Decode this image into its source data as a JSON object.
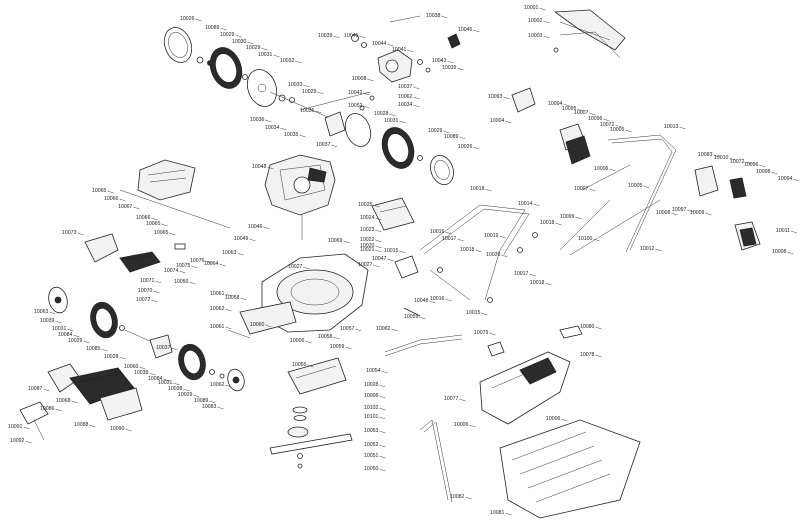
{
  "diagram": {
    "parts": [
      {
        "id": "p1",
        "label": "10026"
      },
      {
        "id": "p2",
        "label": "10089"
      },
      {
        "id": "p3",
        "label": "10029"
      },
      {
        "id": "p4",
        "label": "10030"
      },
      {
        "id": "p5",
        "label": "10029"
      },
      {
        "id": "p6",
        "label": "10031"
      },
      {
        "id": "p7",
        "label": "10032"
      },
      {
        "id": "p8",
        "label": "10033"
      },
      {
        "id": "p9",
        "label": "10029"
      },
      {
        "id": "p10",
        "label": "10036"
      },
      {
        "id": "p11",
        "label": "10034"
      },
      {
        "id": "p12",
        "label": "10035"
      },
      {
        "id": "p13",
        "label": "10036"
      },
      {
        "id": "p14",
        "label": "10037"
      },
      {
        "id": "p15",
        "label": "10038"
      },
      {
        "id": "p16",
        "label": "10039"
      },
      {
        "id": "p17",
        "label": "10040"
      },
      {
        "id": "p18",
        "label": "10044"
      },
      {
        "id": "p19",
        "label": "10041"
      },
      {
        "id": "p20",
        "label": "10045"
      },
      {
        "id": "p21",
        "label": "10043"
      },
      {
        "id": "p22",
        "label": "10039"
      },
      {
        "id": "p23",
        "label": "10008"
      },
      {
        "id": "p24",
        "label": "10037"
      },
      {
        "id": "p25",
        "label": "10042"
      },
      {
        "id": "p26",
        "label": "10052"
      },
      {
        "id": "p27",
        "label": "10062"
      },
      {
        "id": "p28",
        "label": "10034"
      },
      {
        "id": "p29",
        "label": "10001"
      },
      {
        "id": "p30",
        "label": "10002"
      },
      {
        "id": "p31",
        "label": "10003"
      },
      {
        "id": "p32",
        "label": "10093"
      },
      {
        "id": "p33",
        "label": "10094"
      },
      {
        "id": "p34",
        "label": "10095"
      },
      {
        "id": "p35",
        "label": "10007"
      },
      {
        "id": "p36",
        "label": "10004"
      },
      {
        "id": "p37",
        "label": "10096"
      },
      {
        "id": "p38",
        "label": "10072"
      },
      {
        "id": "p39",
        "label": "10005"
      },
      {
        "id": "p40",
        "label": "10013"
      },
      {
        "id": "p41",
        "label": "10006"
      },
      {
        "id": "p42",
        "label": "10007"
      },
      {
        "id": "p43",
        "label": "10005"
      },
      {
        "id": "p44",
        "label": "10083"
      },
      {
        "id": "p45",
        "label": "10010"
      },
      {
        "id": "p46",
        "label": "10072"
      },
      {
        "id": "p47",
        "label": "10096"
      },
      {
        "id": "p48",
        "label": "10098"
      },
      {
        "id": "p49",
        "label": "10094"
      },
      {
        "id": "p50",
        "label": "10008"
      },
      {
        "id": "p51",
        "label": "10097"
      },
      {
        "id": "p52",
        "label": "10009"
      },
      {
        "id": "p53",
        "label": "10099"
      },
      {
        "id": "p54",
        "label": "10100"
      },
      {
        "id": "p55",
        "label": "10012"
      },
      {
        "id": "p56",
        "label": "10011"
      },
      {
        "id": "p57",
        "label": "10008"
      },
      {
        "id": "p58",
        "label": "10028"
      },
      {
        "id": "p59",
        "label": "10031"
      },
      {
        "id": "p60",
        "label": "10029"
      },
      {
        "id": "p61",
        "label": "10089"
      },
      {
        "id": "p62",
        "label": "10026"
      },
      {
        "id": "p63",
        "label": "10048"
      },
      {
        "id": "p64",
        "label": "10065"
      },
      {
        "id": "p65",
        "label": "10066"
      },
      {
        "id": "p66",
        "label": "10067"
      },
      {
        "id": "p67",
        "label": "10066"
      },
      {
        "id": "p68",
        "label": "10065"
      },
      {
        "id": "p69",
        "label": "10065"
      },
      {
        "id": "p70",
        "label": "10073"
      },
      {
        "id": "p71",
        "label": "10076"
      },
      {
        "id": "p72",
        "label": "10075"
      },
      {
        "id": "p73",
        "label": "10074"
      },
      {
        "id": "p74",
        "label": "10064"
      },
      {
        "id": "p75",
        "label": "10063"
      },
      {
        "id": "p76",
        "label": "10049"
      },
      {
        "id": "p77",
        "label": "10027"
      },
      {
        "id": "p78",
        "label": "10046"
      },
      {
        "id": "p79",
        "label": "10069"
      },
      {
        "id": "p80",
        "label": "10025"
      },
      {
        "id": "p81",
        "label": "10024"
      },
      {
        "id": "p82",
        "label": "10023"
      },
      {
        "id": "p83",
        "label": "10022"
      },
      {
        "id": "p84",
        "label": "10020"
      },
      {
        "id": "p85",
        "label": "10021"
      },
      {
        "id": "p86",
        "label": "10015"
      },
      {
        "id": "p87",
        "label": "10047"
      },
      {
        "id": "p88",
        "label": "10027"
      },
      {
        "id": "p89",
        "label": "10018"
      },
      {
        "id": "p90",
        "label": "10014"
      },
      {
        "id": "p91",
        "label": "10016"
      },
      {
        "id": "p92",
        "label": "10017"
      },
      {
        "id": "p93",
        "label": "10019"
      },
      {
        "id": "p94",
        "label": "10018"
      },
      {
        "id": "p95",
        "label": "10020"
      },
      {
        "id": "p96",
        "label": "10018"
      },
      {
        "id": "p97",
        "label": "10017"
      },
      {
        "id": "p98",
        "label": "10018"
      },
      {
        "id": "p99",
        "label": "10048"
      },
      {
        "id": "p100",
        "label": "10016"
      },
      {
        "id": "p101",
        "label": "10015"
      },
      {
        "id": "p102",
        "label": "10071"
      },
      {
        "id": "p103",
        "label": "10070"
      },
      {
        "id": "p104",
        "label": "10072"
      },
      {
        "id": "p105",
        "label": "10050"
      },
      {
        "id": "p106",
        "label": "10061"
      },
      {
        "id": "p107",
        "label": "10058"
      },
      {
        "id": "p108",
        "label": "10062"
      },
      {
        "id": "p109",
        "label": "10063"
      },
      {
        "id": "p110",
        "label": "10039"
      },
      {
        "id": "p111",
        "label": "10031"
      },
      {
        "id": "p112",
        "label": "10084"
      },
      {
        "id": "p113",
        "label": "10029"
      },
      {
        "id": "p114",
        "label": "10085"
      },
      {
        "id": "p115",
        "label": "10028"
      },
      {
        "id": "p116",
        "label": "10037"
      },
      {
        "id": "p117",
        "label": "10060"
      },
      {
        "id": "p118",
        "label": "10038"
      },
      {
        "id": "p119",
        "label": "10084"
      },
      {
        "id": "p120",
        "label": "10031"
      },
      {
        "id": "p121",
        "label": "10038"
      },
      {
        "id": "p122",
        "label": "10029"
      },
      {
        "id": "p123",
        "label": "10089"
      },
      {
        "id": "p124",
        "label": "10083"
      },
      {
        "id": "p125",
        "label": "10062"
      },
      {
        "id": "p126",
        "label": "10061"
      },
      {
        "id": "p127",
        "label": "10087"
      },
      {
        "id": "p128",
        "label": "10068"
      },
      {
        "id": "p129",
        "label": "10086"
      },
      {
        "id": "p130",
        "label": "10088"
      },
      {
        "id": "p131",
        "label": "10090"
      },
      {
        "id": "p132",
        "label": "10091"
      },
      {
        "id": "p133",
        "label": "10092"
      },
      {
        "id": "p134",
        "label": "10059"
      },
      {
        "id": "p135",
        "label": "10060"
      },
      {
        "id": "p136",
        "label": "10057"
      },
      {
        "id": "p137",
        "label": "10058"
      },
      {
        "id": "p138",
        "label": "10006"
      },
      {
        "id": "p139",
        "label": "10062"
      },
      {
        "id": "p140",
        "label": "10059"
      },
      {
        "id": "p141",
        "label": "10055"
      },
      {
        "id": "p142",
        "label": "10054"
      },
      {
        "id": "p143",
        "label": "10028"
      },
      {
        "id": "p144",
        "label": "10006"
      },
      {
        "id": "p145",
        "label": "10102"
      },
      {
        "id": "p146",
        "label": "10101"
      },
      {
        "id": "p147",
        "label": "10053"
      },
      {
        "id": "p148",
        "label": "10052"
      },
      {
        "id": "p149",
        "label": "10051"
      },
      {
        "id": "p150",
        "label": "10050"
      },
      {
        "id": "p151",
        "label": "10079"
      },
      {
        "id": "p152",
        "label": "10080"
      },
      {
        "id": "p153",
        "label": "10078"
      },
      {
        "id": "p154",
        "label": "10077"
      },
      {
        "id": "p155",
        "label": "10006"
      },
      {
        "id": "p156",
        "label": "10006"
      },
      {
        "id": "p157",
        "label": "10082"
      },
      {
        "id": "p158",
        "label": "10081"
      }
    ]
  }
}
